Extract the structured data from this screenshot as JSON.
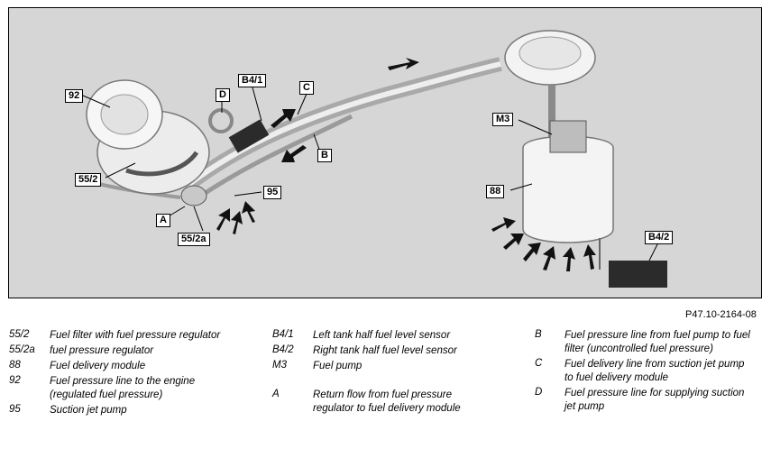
{
  "figure": {
    "reference": "P47.10-2164-08",
    "callouts": [
      {
        "id": "92",
        "label": "92"
      },
      {
        "id": "D",
        "label": "D"
      },
      {
        "id": "B41",
        "label": "B4/1"
      },
      {
        "id": "C",
        "label": "C"
      },
      {
        "id": "B",
        "label": "B"
      },
      {
        "id": "M3",
        "label": "M3"
      },
      {
        "id": "552",
        "label": "55/2"
      },
      {
        "id": "95",
        "label": "95"
      },
      {
        "id": "88",
        "label": "88"
      },
      {
        "id": "A",
        "label": "A"
      },
      {
        "id": "552a",
        "label": "55/2a"
      },
      {
        "id": "B42",
        "label": "B4/2"
      }
    ]
  },
  "legend": {
    "col1": [
      {
        "key": "55/2",
        "text": "Fuel filter with fuel pressure regulator"
      },
      {
        "key": "55/2a",
        "text": "fuel pressure regulator"
      },
      {
        "key": "88",
        "text": "Fuel delivery module"
      },
      {
        "key": "92",
        "text": "Fuel pressure line to the engine (regulated fuel pressure)"
      },
      {
        "key": "95",
        "text": "Suction jet pump"
      }
    ],
    "col2": [
      {
        "key": "B4/1",
        "text": "Left tank half fuel level sensor"
      },
      {
        "key": "B4/2",
        "text": "Right tank half fuel level sensor"
      },
      {
        "key": "M3",
        "text": "Fuel pump"
      },
      {
        "key": "",
        "text": ""
      },
      {
        "key": "A",
        "text": "Return flow from fuel pressure regulator to fuel delivery module"
      }
    ],
    "col3": [
      {
        "key": "B",
        "text": "Fuel pressure line from fuel pump to fuel filter (uncontrolled fuel pressure)"
      },
      {
        "key": "C",
        "text": "Fuel delivery line from suction jet pump to fuel delivery module"
      },
      {
        "key": "D",
        "text": "Fuel pressure line for supplying suction jet pump"
      }
    ]
  }
}
